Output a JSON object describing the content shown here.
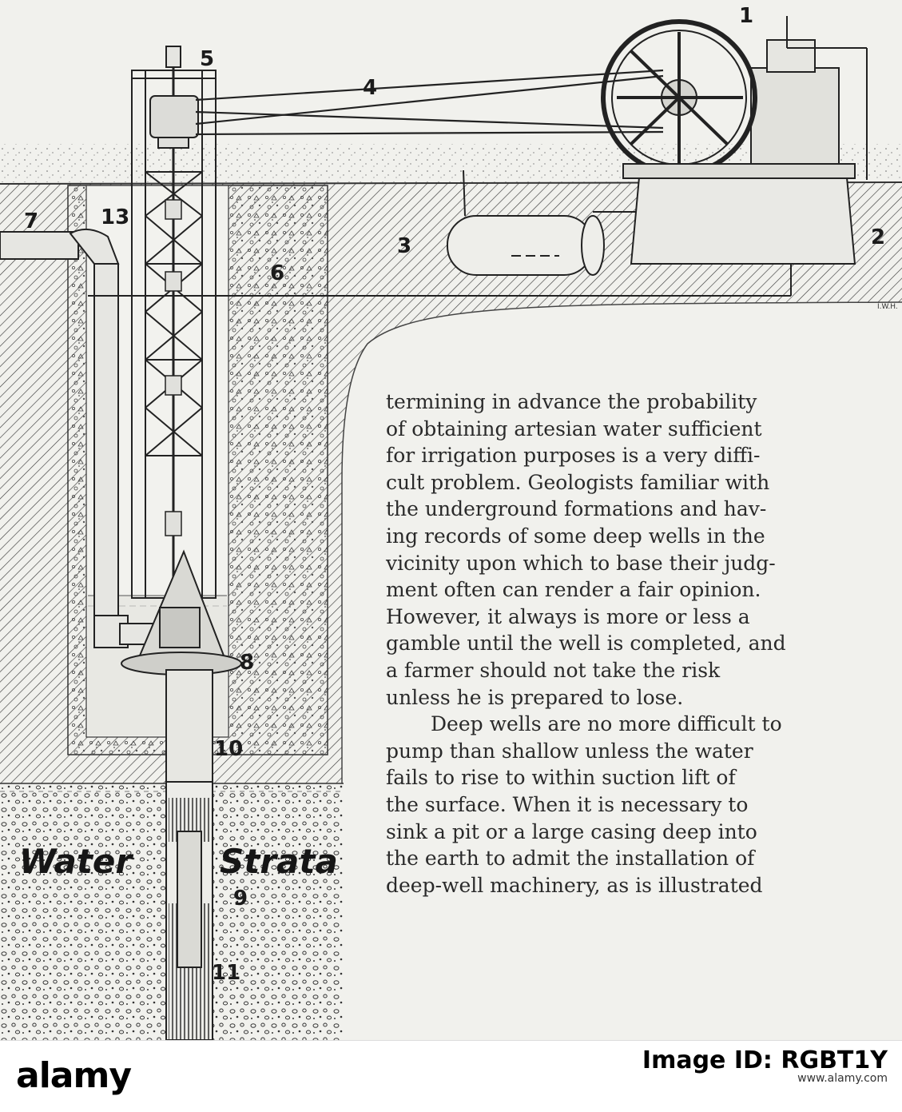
{
  "figure": {
    "callouts": [
      "1",
      "2",
      "3",
      "4",
      "5",
      "6",
      "7",
      "8",
      "9",
      "10",
      "11",
      "13"
    ],
    "strata_label_left": "Water",
    "strata_label_right": "Strata",
    "artist_initials": "I.W.H."
  },
  "body_text": {
    "lines": [
      "termining in advance the probability",
      "of obtaining artesian water sufficient",
      "for irrigation purposes is a very diffi-",
      "cult problem. Geologists familiar with",
      "the underground formations and hav-",
      "ing records of some deep wells in the",
      "vicinity upon which to base their judg-",
      "ment often can render a fair opinion.",
      "However, it always is more or less a",
      "gamble until the well is completed, and",
      "a farmer should not take the risk",
      "unless he is prepared to lose."
    ],
    "paragraph2_lines": [
      "Deep wells are no more difficult to",
      "pump than shallow unless the water",
      "fails to rise to within suction lift of",
      "the surface. When it is necessary to",
      "sink a pit or a large casing deep into",
      "the earth to admit the installation of",
      "deep-well machinery, as is illustrated"
    ]
  },
  "watermark": {
    "brand": "alamy",
    "image_id_label": "Image ID: RGBT1Y",
    "url": "www.alamy.com"
  },
  "colors": {
    "paper": "#f1f1ed",
    "ink": "#1b1b1b",
    "footer_bg": "#ffffff"
  }
}
